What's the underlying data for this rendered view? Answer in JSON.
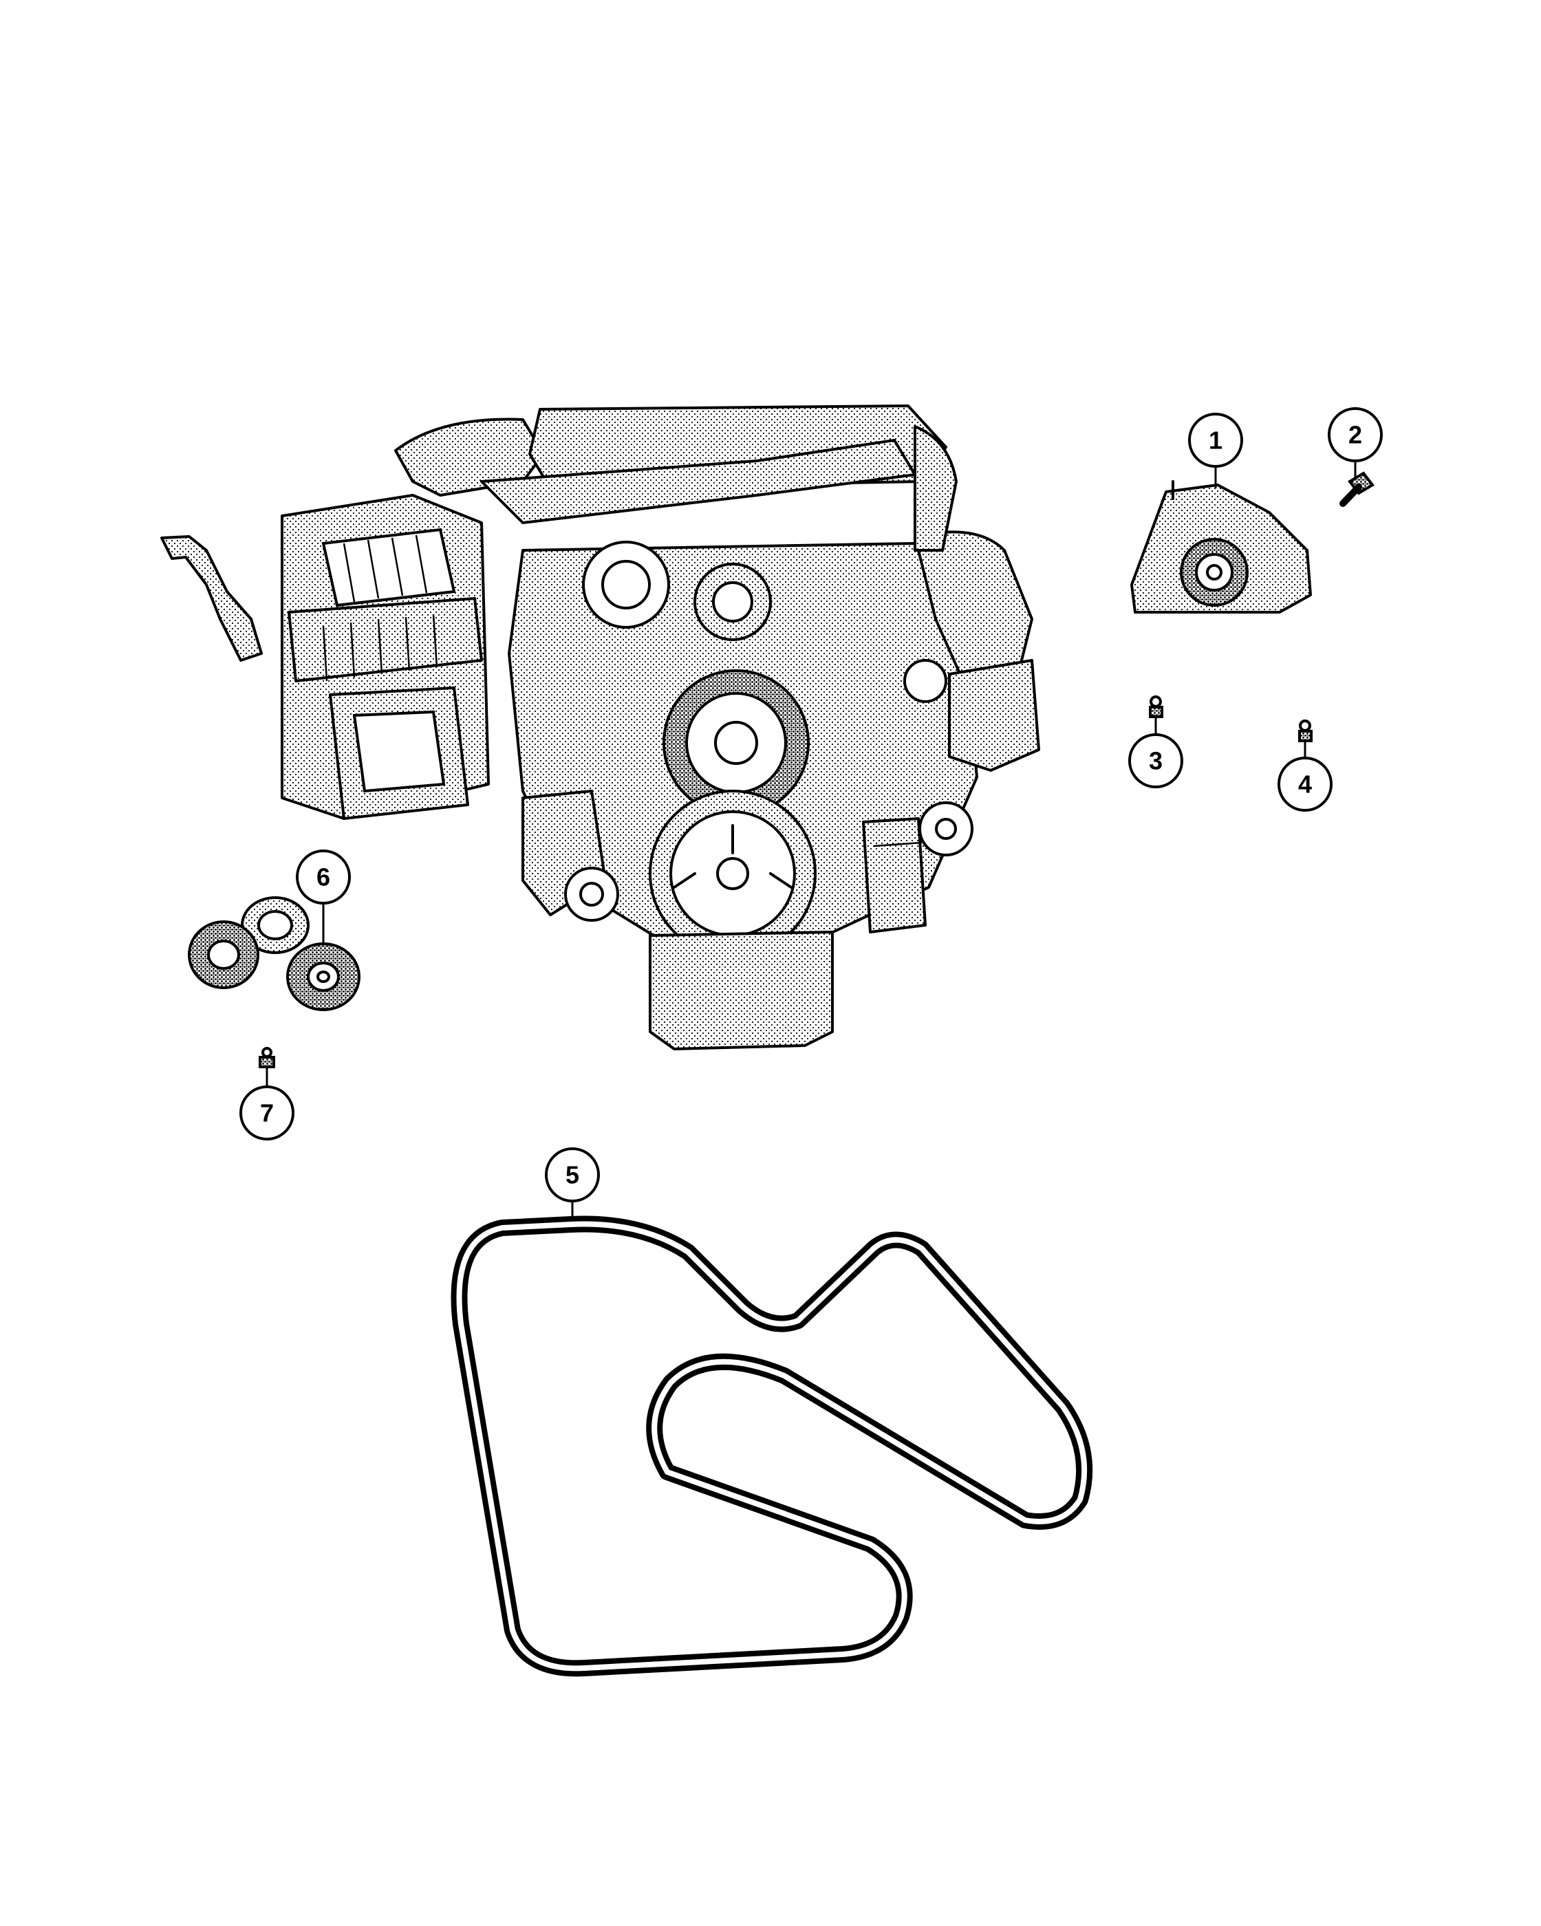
{
  "diagram": {
    "background": "#ffffff",
    "ink_color": "#000000",
    "callouts": [
      {
        "id": "1",
        "label": "1"
      },
      {
        "id": "2",
        "label": "2"
      },
      {
        "id": "3",
        "label": "3"
      },
      {
        "id": "4",
        "label": "4"
      },
      {
        "id": "5",
        "label": "5"
      },
      {
        "id": "6",
        "label": "6"
      },
      {
        "id": "7",
        "label": "7"
      }
    ],
    "parts": [
      {
        "name": "engine-assembly",
        "icon": "engine-icon"
      },
      {
        "name": "generator",
        "callout": "1",
        "icon": "alternator-icon"
      },
      {
        "name": "bolt",
        "callout": "2",
        "icon": "bolt-icon"
      },
      {
        "name": "nut",
        "callout": "3",
        "icon": "nut-icon"
      },
      {
        "name": "nut",
        "callout": "4",
        "icon": "nut-icon"
      },
      {
        "name": "serpentine-belt",
        "callout": "5",
        "icon": "belt-icon"
      },
      {
        "name": "idler-pulleys",
        "callout": "6",
        "icon": "pulley-icon"
      },
      {
        "name": "bolt",
        "callout": "7",
        "icon": "bolt-icon"
      }
    ]
  }
}
